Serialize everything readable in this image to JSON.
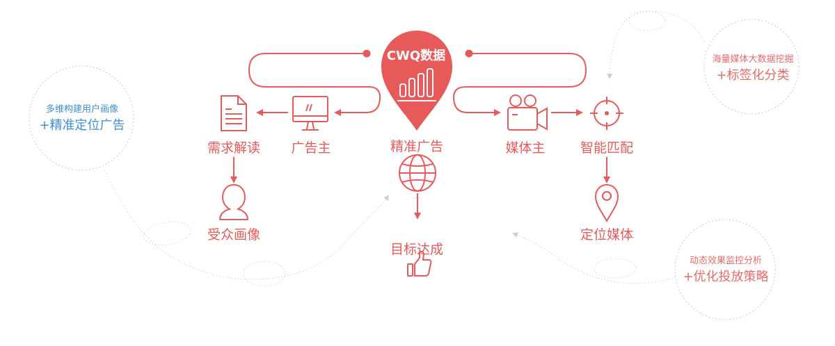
{
  "center": {
    "title": "CWQ数据",
    "label": "精准广告",
    "goal": "目标达成"
  },
  "left_flow": {
    "advertiser": "广告主",
    "demand": "需求解读",
    "audience": "受众画像"
  },
  "right_flow": {
    "media_owner": "媒体主",
    "smart_match": "智能匹配",
    "target_media": "定位媒体"
  },
  "circles": {
    "left": {
      "line1": "多维构建用户画像",
      "line2": "+精准定位广告"
    },
    "right_top": {
      "line1": "海量媒体大数据挖掘",
      "line2": "+标签化分类"
    },
    "right_bottom": {
      "line1": "动态效果监控分析",
      "line2": "+优化投放策略"
    }
  },
  "colors": {
    "accent": "#e85a5a",
    "blue_text": "#3f8fd2",
    "dashed": "#c8c8c8"
  },
  "icons": [
    "document-icon",
    "monitor-icon",
    "user-icon",
    "location-pin-icon",
    "bar-chart-icon",
    "globe-icon",
    "thumbs-up-icon",
    "video-camera-icon",
    "target-crosshair-icon",
    "map-pin-icon"
  ]
}
